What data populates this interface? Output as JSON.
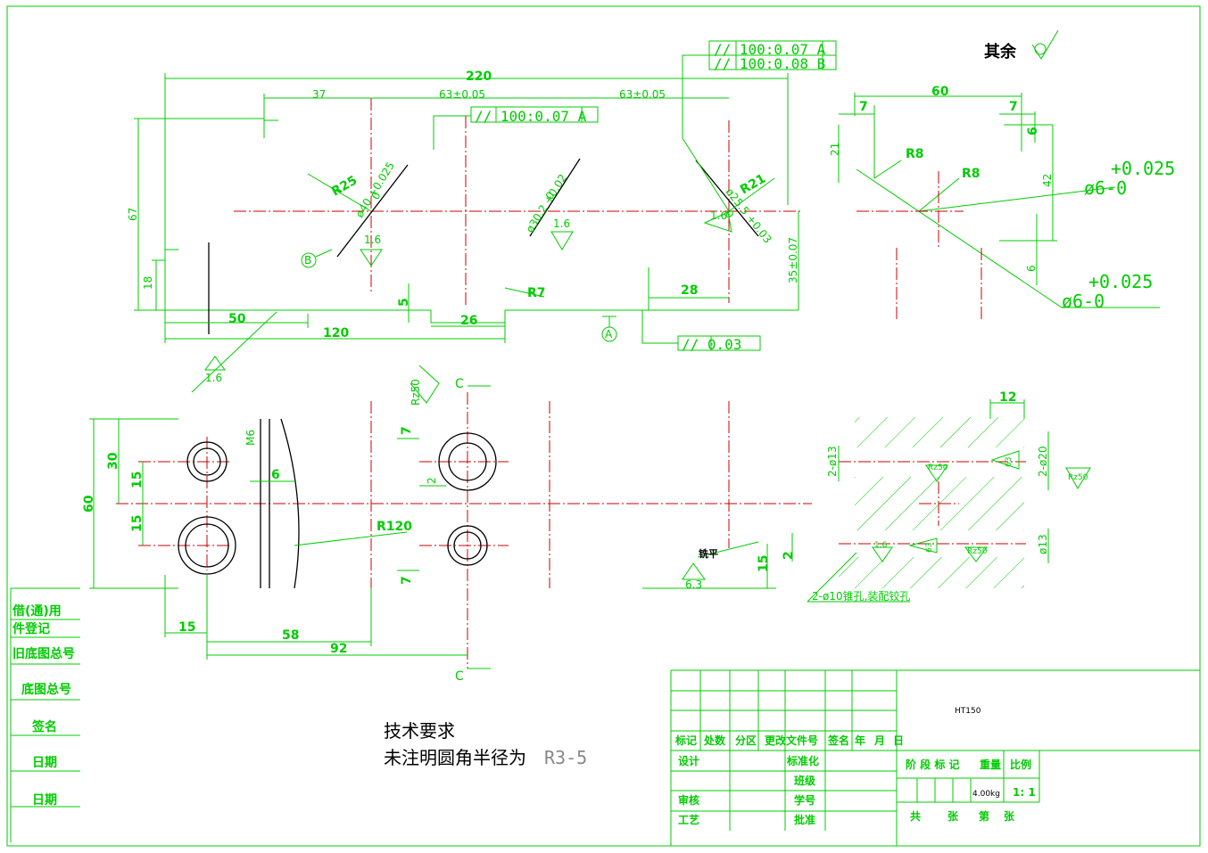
{
  "colors": {
    "line": "#00cc00",
    "outline": "#000000",
    "center": "#cc0000",
    "background": "#ffffff"
  },
  "surface_symbol": {
    "label": "其余"
  },
  "dims": {
    "d220": "220",
    "d37": "37",
    "d63a": "63±0.05",
    "d63b": "63±0.05",
    "d67": "67",
    "d18": "18",
    "d50": "50",
    "d120": "120",
    "d5": "5",
    "d26": "26",
    "d28": "28",
    "d35": "35±0.07",
    "r25": "R25",
    "r21": "R21",
    "r7": "R7",
    "r120": "R120",
    "dia40": "ø40 +0.025",
    "dia40b": "0",
    "dia30": "ø30.2 +0.02",
    "dia30b": "0",
    "dia25": "ø25.5 +0.03",
    "dia25b": "0",
    "ra16a": "1.6",
    "ra16b": "1.6",
    "ra16c": "1.6",
    "ra16d": "1.6",
    "ra16e": "1.6",
    "d30": "30",
    "d15a": "15",
    "d15b": "15",
    "d60": "60",
    "d6": "6",
    "d15c": "15",
    "d58": "58",
    "d92": "92",
    "d7a": "7",
    "d7b": "7",
    "d2": "2",
    "m6": "M6",
    "rz50": "Rz50",
    "sec_c_top": "C",
    "sec_c_bot": "C",
    "flat": "铣平",
    "ra63": "6.3",
    "d15d": "15",
    "d2b": "2"
  },
  "tolerance": {
    "top1": "//  100:0.07  A",
    "top2": "//  100:0.08  B",
    "mid": "//  100:0.07  A",
    "bot": "//  0.03"
  },
  "datums": {
    "a": "A",
    "b": "B"
  },
  "detail_right": {
    "d60": "60",
    "d7a": "7",
    "d7b": "7",
    "d6a": "6",
    "d21": "21",
    "d42": "42",
    "d6b": "6",
    "r8a": "R8",
    "r8b": "R8",
    "tol1_top": "+0.025",
    "tol1_bot": "ø6-0",
    "tol2_top": "+0.025",
    "tol2_bot": "ø6-0"
  },
  "section_right": {
    "d12": "12",
    "d213a": "2-ø13",
    "d220": "2-ø20",
    "d13b": "ø13",
    "rz50a": "Rz50",
    "rz50b": "Rz50",
    "rz50c": "Rz50",
    "v63a": "63",
    "v63b": "63",
    "v16": "1.6",
    "note": "2-ø10锥孔,装配铰孔"
  },
  "side_labels": {
    "l1": "借(通)用",
    "l2": "件登记",
    "l3": "旧底图总号",
    "l4": "底图总号",
    "l5": "签名",
    "l6": "日期",
    "l7": "日期"
  },
  "tech": {
    "title": "技术要求",
    "line_main": "未注明圆角半径为",
    "line_val": "R3-5"
  },
  "title_block": {
    "material": "HT150",
    "h_biaoji": "标记",
    "h_chushu": "处数",
    "h_fenqu": "分区",
    "h_genggai": "更改文件号",
    "h_qianming": "签名",
    "h_nian": "年",
    "h_yue": "月",
    "h_ri": "日",
    "sheji": "设计",
    "biaozhunhua": "标准化",
    "banji": "班级",
    "shenhe": "审核",
    "xuehao": "学号",
    "gongyi": "工艺",
    "pizhun": "批准",
    "jieduan": "阶 段 标 记",
    "zhongliang": "重量",
    "bili": "比例",
    "weight": "4.00kg",
    "scale": "1: 1",
    "gong": "共",
    "zhang1": "张",
    "di": "第",
    "zhang2": "张"
  }
}
